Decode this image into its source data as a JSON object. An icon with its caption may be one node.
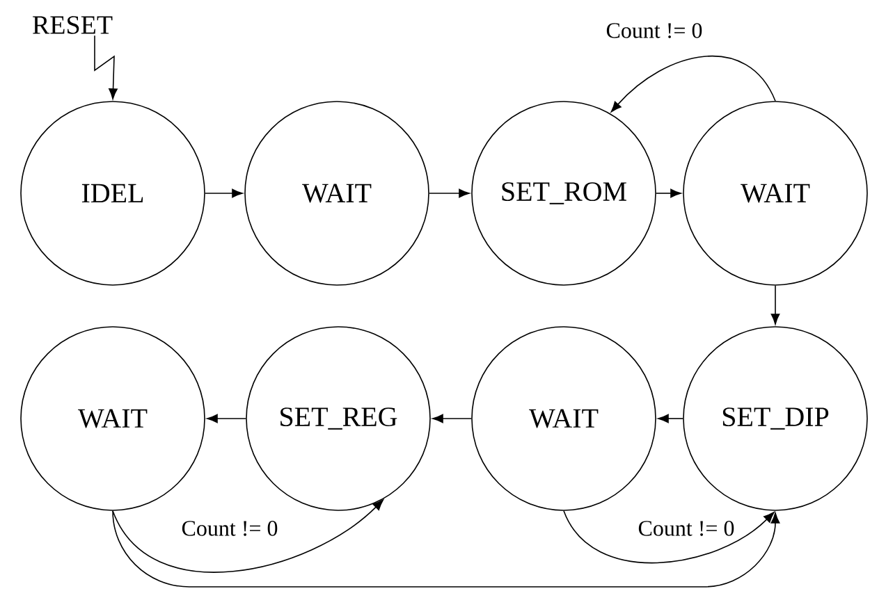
{
  "diagram": {
    "nodes": [
      {
        "text": [
          "RESET"
        ]
      },
      {
        "text": [
          "IDEL"
        ]
      },
      {
        "text": [
          "WAIT"
        ]
      },
      {
        "text": [
          "SET_ROM"
        ]
      },
      {
        "text": [
          "WAIT"
        ]
      },
      {
        "text": [
          "WAIT"
        ]
      },
      {
        "text": [
          "SET_REG"
        ]
      },
      {
        "text": [
          "WAIT"
        ]
      },
      {
        "text": [
          "SET_DIP"
        ]
      }
    ],
    "edges": [
      {
        "from": 0,
        "to": 1,
        "arrow": "to"
      },
      {
        "from": 1,
        "to": 2,
        "arrow": "to"
      },
      {
        "from": 2,
        "to": 3,
        "arrow": "to"
      },
      {
        "from": 3,
        "to": 4,
        "arrow": "to"
      },
      {
        "from": 4,
        "to": 3,
        "arrow": "to",
        "label": "Count != 0"
      },
      {
        "from": 4,
        "to": 8,
        "arrow": "to"
      },
      {
        "from": 8,
        "to": 7,
        "arrow": "to"
      },
      {
        "from": 7,
        "to": 6,
        "arrow": "to"
      },
      {
        "from": 6,
        "to": 5,
        "arrow": "to"
      },
      {
        "from": 5,
        "to": 6,
        "arrow": "to",
        "label": "Count != 0"
      },
      {
        "from": 7,
        "to": 8,
        "arrow": "to",
        "label": "Count != 0"
      },
      {
        "from": 5,
        "to": 8,
        "arrow": "to"
      }
    ]
  }
}
